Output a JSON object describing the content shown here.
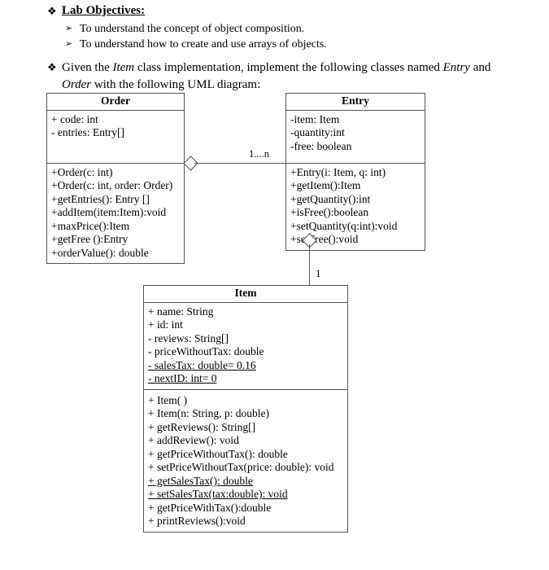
{
  "header": {
    "objectives": {
      "bullet": "❖",
      "title": "Lab Objectives:",
      "items": [
        {
          "marker": "➢",
          "text": "To understand the concept of object composition."
        },
        {
          "marker": "➢",
          "text": "To understand how to create and use arrays of objects."
        }
      ]
    },
    "task": {
      "bullet": "❖",
      "line1_a": "Given the ",
      "line1_italic1": "Item",
      "line1_b": " class implementation, implement the following classes named ",
      "line1_italic2": "Entry",
      "line1_c": " and",
      "line2_italic": "Order",
      "line2_b": " with the following UML diagram:"
    }
  },
  "diagram": {
    "classes": {
      "order": {
        "name": "Order",
        "attributes": [
          "+ code: int",
          "- entries: Entry[]"
        ],
        "methods": [
          "+Order(c: int)",
          "+Order(c: int, order: Order)",
          "+getEntries(): Entry []",
          "+addItem(item:Item):void",
          "+maxPrice():Item",
          "+getFree ():Entry",
          "+orderValue(): double"
        ]
      },
      "entry": {
        "name": "Entry",
        "attributes": [
          "-item: Item",
          "-quantity:int",
          "-free: boolean"
        ],
        "methods": [
          "+Entry(i: Item, q: int)",
          "+getItem():Item",
          "+getQuantity():int",
          "+isFree():boolean",
          "+setQuantity(q:int):void",
          "+setFree():void"
        ]
      },
      "item": {
        "name": "Item",
        "attributes": [
          {
            "text": "+ name: String",
            "static": false
          },
          {
            "text": "+ id: int",
            "static": false
          },
          {
            "text": "- reviews: String[]",
            "static": false
          },
          {
            "text": "- priceWithoutTax: double",
            "static": false
          },
          {
            "text": "- salesTax: double= 0.16",
            "static": true
          },
          {
            "text": "- nextID: int= 0",
            "static": true
          }
        ],
        "methods": [
          {
            "text": "+ Item( )",
            "static": false
          },
          {
            "text": "+ Item(n: String, p: double)",
            "static": false
          },
          {
            "text": "+ getReviews(): String[]",
            "static": false
          },
          {
            "text": "+ addReview(): void",
            "static": false
          },
          {
            "text": "+ getPriceWithoutTax(): double",
            "static": false
          },
          {
            "text": "+ setPriceWithoutTax(price: double): void",
            "static": false
          },
          {
            "text": "+ getSalesTax(): double",
            "static": true
          },
          {
            "text": "+ setSalesTax(tax:double): void",
            "static": true
          },
          {
            "text": "+ getPriceWithTax():double",
            "static": false
          },
          {
            "text": "+ printReviews():void",
            "static": false
          }
        ]
      }
    },
    "multiplicities": {
      "order_entry": "1....n",
      "entry_item": "1"
    }
  }
}
